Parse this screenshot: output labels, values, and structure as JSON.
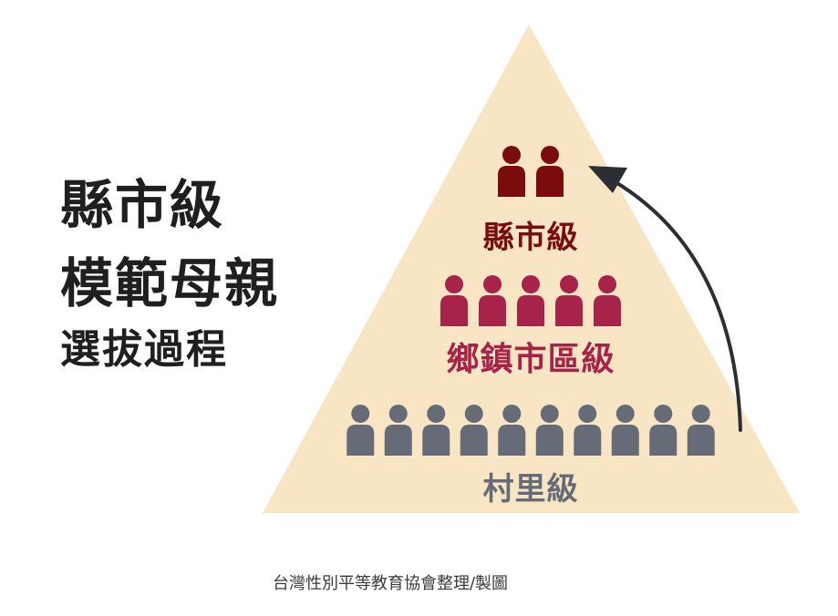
{
  "title": {
    "line1": "縣市級",
    "line2": "模範母親",
    "line3": "選拔過程"
  },
  "pyramid": {
    "background_color": "#f8e5c4",
    "arrow_color": "#2b2f33",
    "levels": [
      {
        "label": "縣市級",
        "person_count": 2,
        "color": "#7a0c0c"
      },
      {
        "label": "鄉鎮市區級",
        "person_count": 5,
        "color": "#a8234a"
      },
      {
        "label": "村里級",
        "person_count": 10,
        "color": "#666b78"
      }
    ]
  },
  "credit": "台灣性別平等教育協會整理/製圖"
}
